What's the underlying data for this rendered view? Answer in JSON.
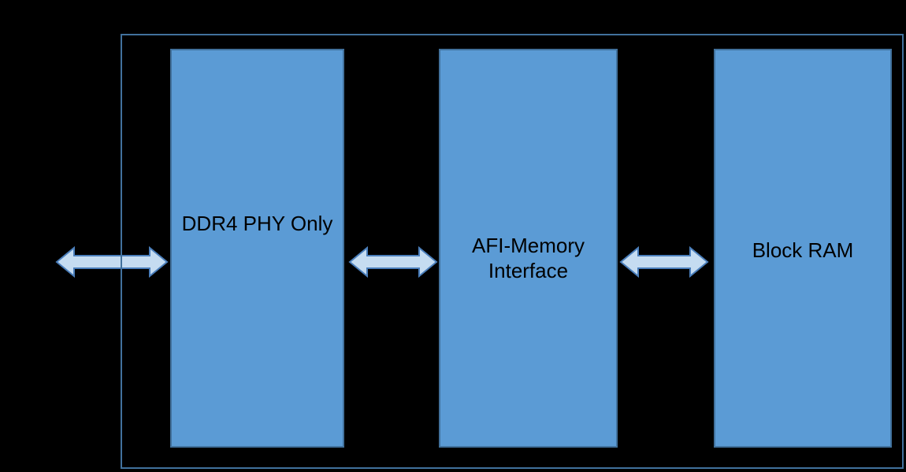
{
  "diagram": {
    "type": "block-diagram",
    "blocks": [
      {
        "name": "ddr4-phy-only",
        "label": "DDR4 PHY Only",
        "lines": [
          "DDR4 PHY Only"
        ]
      },
      {
        "name": "afi-memory-interface",
        "label": "AFI-Memory Interface",
        "lines": [
          "AFI-Memory",
          "Interface"
        ]
      },
      {
        "name": "block-ram",
        "label": "Block RAM",
        "lines": [
          "Block RAM"
        ]
      }
    ],
    "connectors": [
      {
        "name": "external-to-ddr4-phy",
        "type": "bidirectional-arrow"
      },
      {
        "name": "ddr4-phy-to-afi-memory",
        "type": "bidirectional-arrow"
      },
      {
        "name": "afi-memory-to-block-ram",
        "type": "bidirectional-arrow"
      }
    ],
    "colors": {
      "background": "#000000",
      "block_fill": "#5B9BD5",
      "block_border": "#41719C",
      "container_border": "#41719C",
      "arrow_fill": "#C5DCF1",
      "arrow_border": "#4A7EBB",
      "label_text": "#000000"
    }
  }
}
